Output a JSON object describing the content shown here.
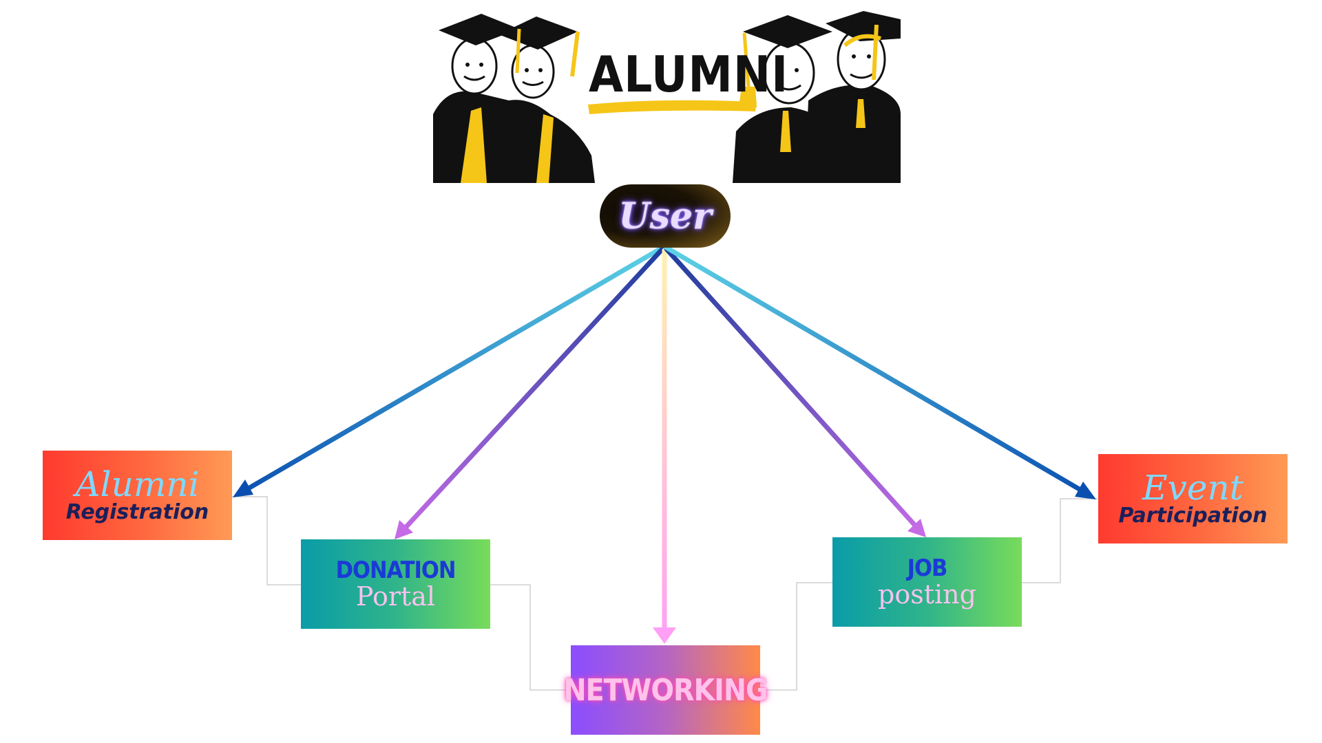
{
  "banner": {
    "title": "ALUMNI"
  },
  "center_node": {
    "label": "User"
  },
  "nodes": [
    {
      "id": "alumni-registration",
      "line1": "Alumni",
      "line2": "Registration"
    },
    {
      "id": "donation-portal",
      "line1": "DONATION",
      "line2": "Portal"
    },
    {
      "id": "networking",
      "line1": "NETWORKING"
    },
    {
      "id": "job-posting",
      "line1": "JOB",
      "line2": "posting"
    },
    {
      "id": "event-participation",
      "line1": "Event",
      "line2": "Participation"
    }
  ],
  "colors": {
    "arrow_outer_start": "#5ed3e6",
    "arrow_outer_end": "#0a4fb0",
    "arrow_inner_start": "#1c3d9c",
    "arrow_inner_end": "#c56be6",
    "arrow_center_start": "#fff2b0",
    "arrow_center_end": "#ff9ff5",
    "connector": "#cfcfcf",
    "gown": "#111111",
    "gold": "#f5c518"
  }
}
